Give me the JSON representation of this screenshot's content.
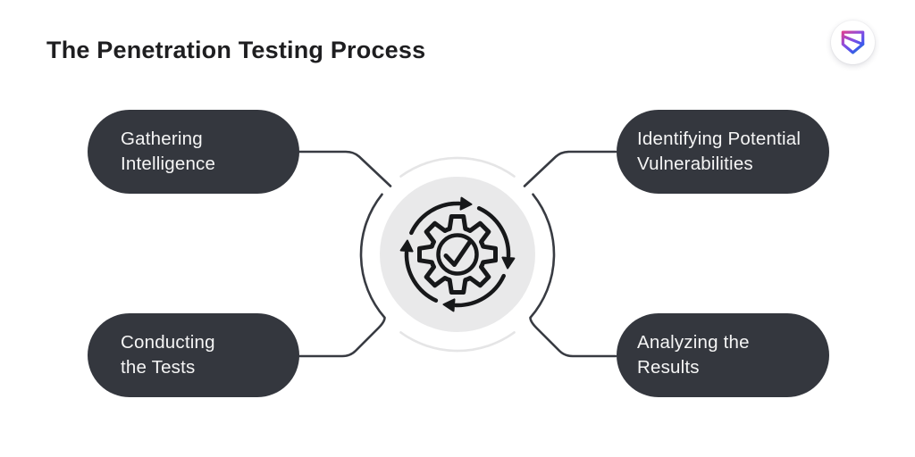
{
  "title": "The Penetration Testing Process",
  "logo": {
    "icon": "gradient-shield-icon"
  },
  "center": {
    "icon": "gear-sync-check-icon"
  },
  "nodes": [
    {
      "id": "gathering-intelligence",
      "position": "top-left",
      "lines": [
        "Gathering",
        "Intelligence"
      ]
    },
    {
      "id": "identifying-potential-vulnerabilities",
      "position": "top-right",
      "lines": [
        "Identifying Potential",
        "Vulnerabilities"
      ]
    },
    {
      "id": "conducting-the-tests",
      "position": "bottom-left",
      "lines": [
        "Conducting",
        "the Tests"
      ]
    },
    {
      "id": "analyzing-the-results",
      "position": "bottom-right",
      "lines": [
        "Analyzing the",
        "Results"
      ]
    }
  ],
  "theme": {
    "bg": "#ffffff",
    "ink": "#1e1e20",
    "pill-bg": "#34373e",
    "pill-text": "#f5f5f5",
    "line": "#383b42",
    "icon-ink": "#17181a",
    "circle-bg": "#e9e9ea",
    "ring": "#e5e5e6",
    "logo-pink": "#ef3d7e",
    "logo-purple": "#8b4ce0",
    "logo-blue": "#3f56ee",
    "logo-teal": "#18a999"
  }
}
